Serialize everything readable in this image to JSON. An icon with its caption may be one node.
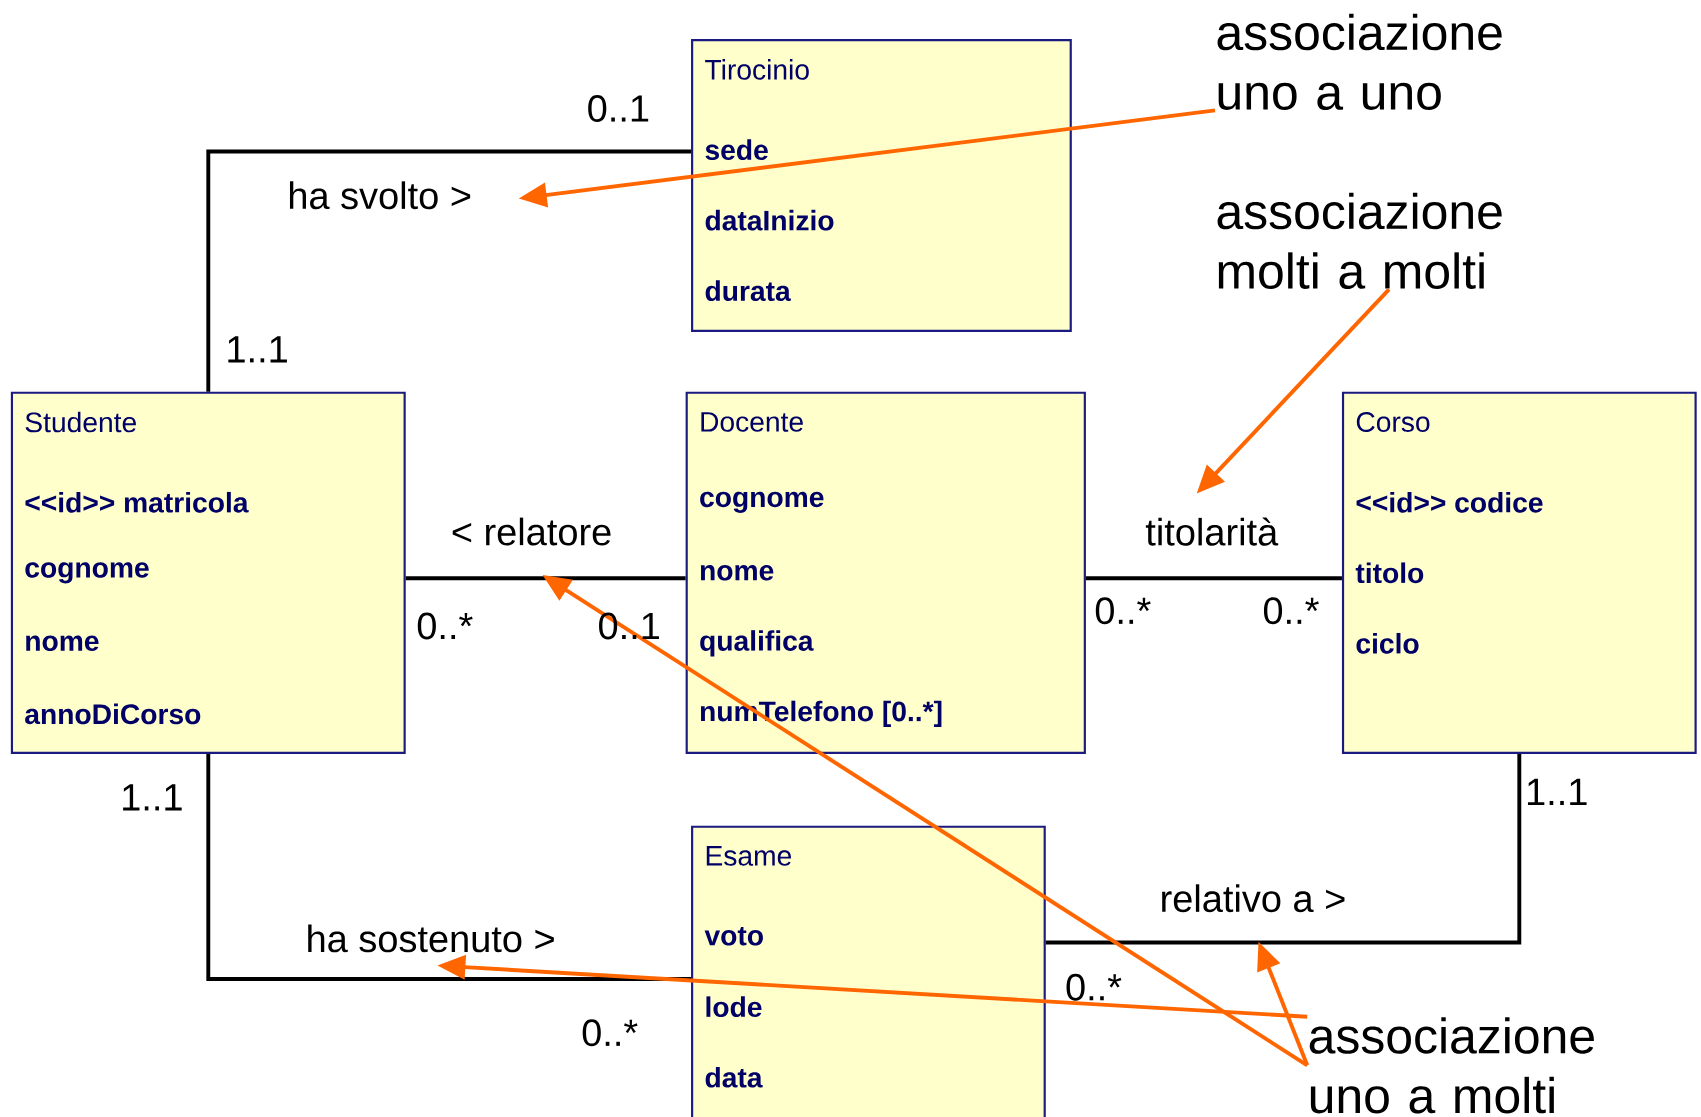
{
  "diagram": {
    "nodes": [
      {
        "text": [
          "Tirocinio",
          "sede",
          "dataInizio",
          "durata"
        ]
      },
      {
        "text": [
          "Studente",
          "<<id>> matricola",
          "cognome",
          "nome",
          "annoDiCorso"
        ]
      },
      {
        "text": [
          "Docente",
          "cognome",
          "nome",
          "qualifica",
          "numTelefono [0..*]"
        ]
      },
      {
        "text": [
          "Corso",
          "<<id>> codice",
          "titolo",
          "ciclo"
        ]
      },
      {
        "text": [
          "Esame",
          "voto",
          "lode",
          "data"
        ]
      },
      {
        "text": [
          "associazione uno a uno"
        ]
      },
      {
        "text": [
          "associazione molti a molti"
        ]
      },
      {
        "text": [
          "associazione uno a molti"
        ]
      }
    ],
    "edges": [
      {
        "from": 1,
        "to": 0,
        "arrow": "none",
        "label": "ha svolto >"
      },
      {
        "from": 1,
        "to": 2,
        "arrow": "none",
        "label": "< relatore"
      },
      {
        "from": 2,
        "to": 3,
        "arrow": "none",
        "label": "titolarità"
      },
      {
        "from": 1,
        "to": 4,
        "arrow": "none",
        "label": "ha sostenuto >"
      },
      {
        "from": 4,
        "to": 3,
        "arrow": "none",
        "label": "relativo a >"
      },
      {
        "from": 5,
        "to": null,
        "arrow": "to",
        "color": "#ff6600"
      },
      {
        "from": 6,
        "to": null,
        "arrow": "to",
        "color": "#ff6600"
      },
      {
        "from": 7,
        "to": null,
        "arrow": "to",
        "color": "#ff6600"
      },
      {
        "from": 7,
        "to": null,
        "arrow": "to",
        "color": "#ff6600"
      },
      {
        "from": 7,
        "to": null,
        "arrow": "to",
        "color": "#ff6600"
      }
    ],
    "labels": [
      "0..1",
      "1..1",
      "0..*",
      "0..1",
      "0..*",
      "0..*",
      "1..1",
      "1..1",
      "0..*",
      "0..*"
    ]
  }
}
